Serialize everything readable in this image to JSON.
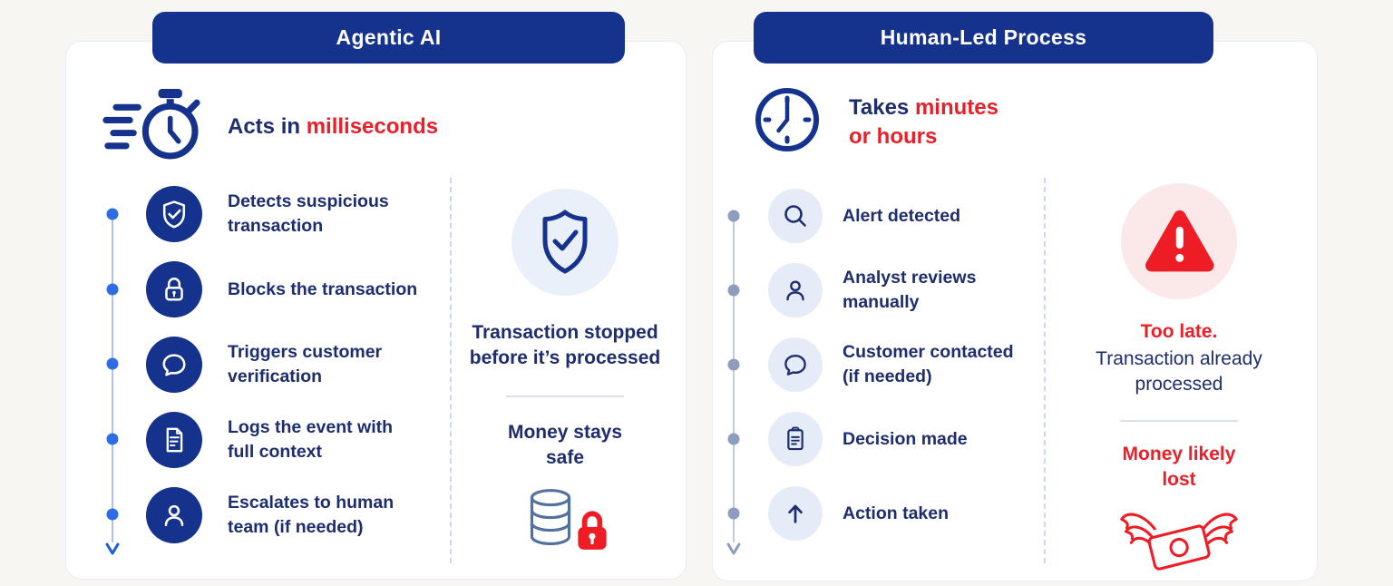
{
  "colors": {
    "navy": "#15338d",
    "text_navy": "#1d2d6d",
    "red": "#e8202a",
    "light_icon_circle": "#e5ecf8",
    "timeline_blue_dot": "#2e6ce6",
    "timeline_grey_dot": "#8e9cbe",
    "card_border": "#e8ecf4",
    "warn_circle": "#fbe9e9",
    "shield_circle": "#eaf0fa"
  },
  "left_card": {
    "title": "Agentic AI",
    "headline": {
      "prefix": "Acts in ",
      "highlight": "milliseconds",
      "icon": "speeding-stopwatch-icon"
    },
    "steps": [
      {
        "icon": "shield-check-icon",
        "lines": [
          "Detects suspicious",
          "transaction"
        ]
      },
      {
        "icon": "lock-icon",
        "lines": [
          "Blocks the transaction"
        ]
      },
      {
        "icon": "chat-bubble-icon",
        "lines": [
          "Triggers customer",
          "verification"
        ]
      },
      {
        "icon": "document-icon",
        "lines": [
          "Logs the event with",
          "full context"
        ]
      },
      {
        "icon": "person-icon",
        "lines": [
          "Escalates to human",
          "team (if needed)"
        ]
      }
    ],
    "outcome": {
      "icon": "shield-check-outline-icon",
      "line1": "Transaction stopped",
      "line2": "before it’s processed",
      "secondary_line1": "Money stays",
      "secondary_line2": "safe",
      "secondary_icon": "coins-with-lock-icon"
    }
  },
  "right_card": {
    "title": "Human-Led Process",
    "headline": {
      "prefix": "Takes ",
      "highlight_line1": "minutes",
      "highlight_line2": "or hours",
      "icon": "clock-icon"
    },
    "steps": [
      {
        "icon": "search-icon",
        "lines": [
          "Alert detected"
        ]
      },
      {
        "icon": "person-icon",
        "lines": [
          "Analyst reviews",
          "manually"
        ]
      },
      {
        "icon": "chat-bubble-icon",
        "lines": [
          "Customer contacted",
          "(if needed)"
        ]
      },
      {
        "icon": "clipboard-icon",
        "lines": [
          "Decision made"
        ]
      },
      {
        "icon": "arrow-up-icon",
        "lines": [
          "Action taken"
        ]
      }
    ],
    "outcome": {
      "icon": "warning-triangle-icon",
      "highlight": "Too late.",
      "line1": "Transaction already",
      "line2": "processed",
      "secondary_line1": "Money likely",
      "secondary_line2": "lost",
      "secondary_icon": "flying-money-icon"
    }
  }
}
